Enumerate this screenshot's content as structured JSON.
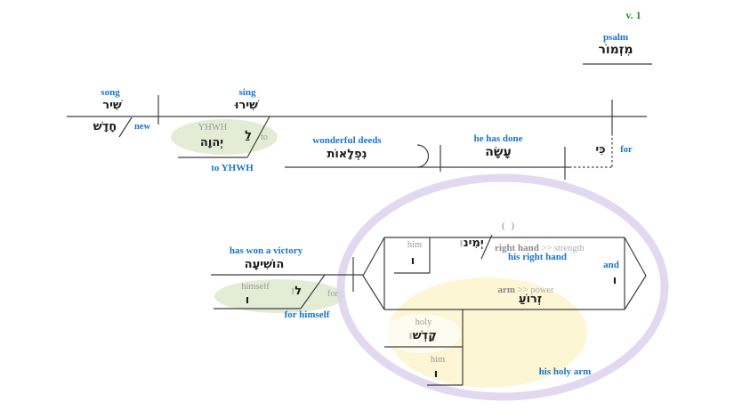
{
  "verse": {
    "label": "v. 1"
  },
  "psalm": {
    "gloss": "psalm",
    "hebrew": "מִזְמוֹר"
  },
  "clause1": {
    "song": {
      "gloss": "song",
      "hebrew": "שִׁיר"
    },
    "new": {
      "hebrew": "חָדָשׁ",
      "gloss": "new"
    },
    "sing": {
      "gloss": "sing",
      "hebrew": "שִׁירוּ"
    },
    "yhwh": {
      "label": "YHWH",
      "hebrew": "יְהוָה",
      "prep_hebrew": "לַ",
      "prep_gloss": "to",
      "phrase_gloss": "to YHWH"
    },
    "object": {
      "gloss": "wonderful deeds",
      "hebrew": "נִפְלָאוֹת"
    },
    "verb": {
      "gloss": "he has done",
      "hebrew": "עָשָׂה"
    },
    "conj": {
      "hebrew": "כִּי",
      "gloss": "for"
    }
  },
  "clause2": {
    "verb": {
      "gloss": "has won a victory",
      "hebrew": "הוֹשִׁיעָה"
    },
    "reflexive": {
      "label": "himself",
      "hebrew": "ו",
      "prep_hebrew": "ל",
      "prep_suffix": "ו",
      "prep_gloss": "for",
      "phrase_gloss": "for himself"
    }
  },
  "object_group": {
    "elided": "( )",
    "him_upper": {
      "label": "him",
      "hebrew": "ו"
    },
    "right_hand": {
      "hebrew": "יְמִינ",
      "suffix": "ו",
      "gloss": "right hand",
      "arrow": " >> ",
      "sense": "strength",
      "phrase_gloss": "his right hand"
    },
    "conj": {
      "gloss": "and",
      "hebrew": "ו"
    },
    "arm": {
      "gloss": "arm",
      "arrow": " >> ",
      "sense": "power",
      "hebrew": "זְרוֹעַ"
    },
    "holy": {
      "label": "holy",
      "hebrew": "קָדְשׁ",
      "suffix": "ו"
    },
    "him_lower": {
      "label": "him",
      "hebrew": "ו"
    },
    "phrase_gloss": "his holy arm"
  },
  "colors": {
    "gloss_blue": "#1874CD",
    "verse_green": "#228B22",
    "label_gray": "#999999",
    "line": "#3f3f3f",
    "oval_green": "#E3EDD6",
    "oval_yellow": "#FCF6D4",
    "ring_purple": "#DDD2EF"
  }
}
